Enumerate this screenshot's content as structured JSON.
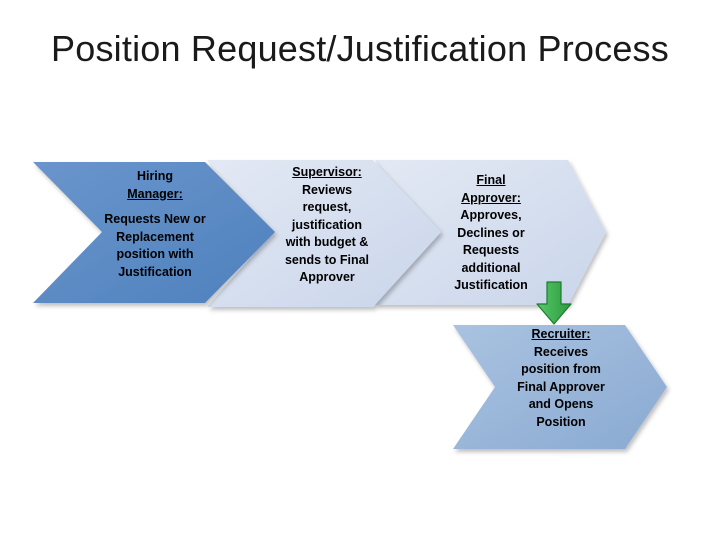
{
  "title": "Position Request/Justification Process",
  "steps": [
    {
      "role_line1": "Hiring",
      "role_line2": "Manager:",
      "description": "Requests New or Replacement position with Justification"
    },
    {
      "role": "Supervisor:",
      "description": "Reviews request, justification with budget & sends to Final Approver"
    },
    {
      "role_line1": "Final",
      "role_line2": "Approver:",
      "description": "Approves, Declines or Requests additional Justification"
    },
    {
      "role": "Recruiter:",
      "description": "Receives position from Final Approver and Opens Position"
    }
  ],
  "colors": {
    "step1_fill": "#4f81bd",
    "step1_fill_light": "#6a95cc",
    "step2_fill": "#d3ddef",
    "step3_fill": "#d9e2f2",
    "step4_fill": "#95b3d7",
    "arrow_fill": "#33b04a",
    "arrow_stroke": "#1f7a30"
  },
  "connector_icon": "down-arrow-icon"
}
